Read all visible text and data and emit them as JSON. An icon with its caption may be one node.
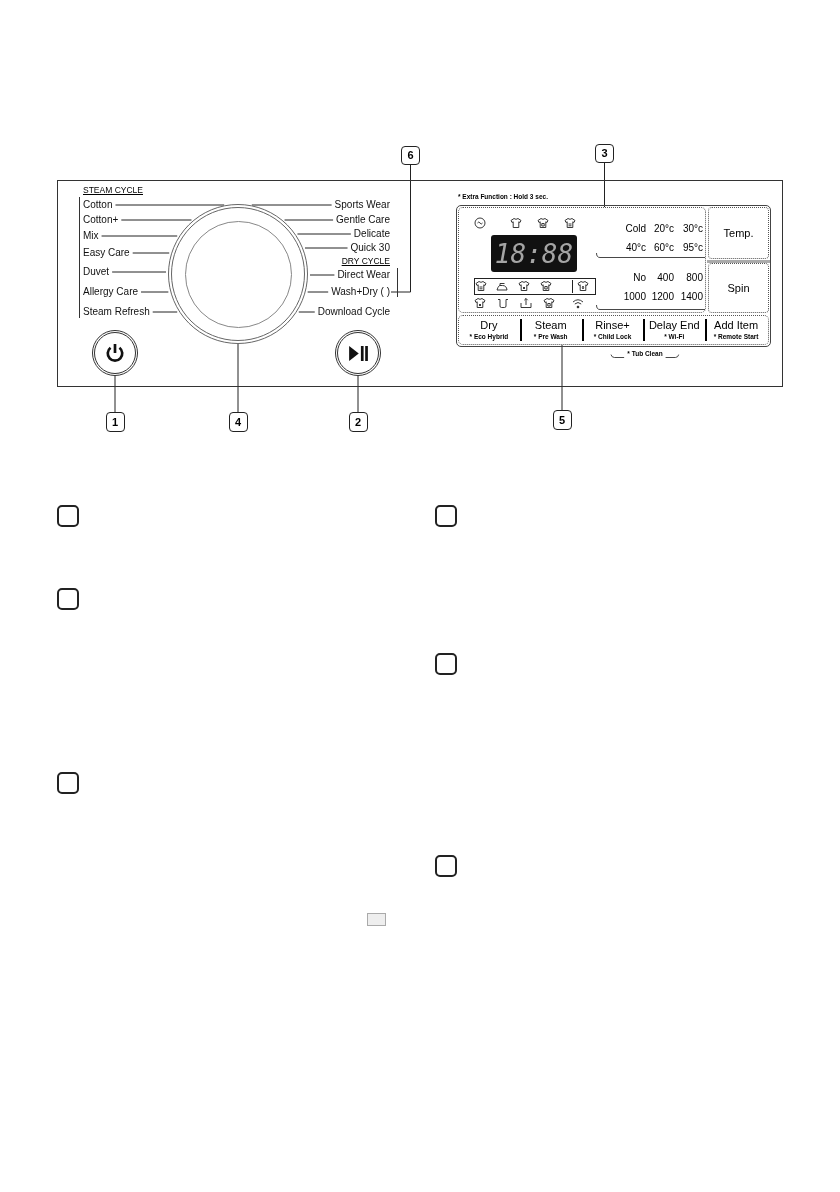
{
  "diagram": {
    "nodes": [
      {
        "text": [
          "6"
        ]
      },
      {
        "text": [
          "3"
        ]
      },
      {
        "text": [
          "STEAM CYCLE",
          "* Extra Function : Hold 3 sec.",
          "DRY CYCLE",
          "* Tub Clean"
        ]
      },
      {
        "text": [
          "Cotton"
        ],
        "in": 2
      },
      {
        "text": [
          "Cotton+"
        ],
        "in": 2
      },
      {
        "text": [
          "Mix"
        ],
        "in": 2
      },
      {
        "text": [
          "Easy Care"
        ],
        "in": 2
      },
      {
        "text": [
          "Duvet"
        ],
        "in": 2
      },
      {
        "text": [
          "Allergy Care"
        ],
        "in": 2
      },
      {
        "text": [
          "Steam Refresh"
        ],
        "in": 2
      },
      {
        "text": [
          "Sports Wear"
        ],
        "in": 2
      },
      {
        "text": [
          "Gentle Care"
        ],
        "in": 2
      },
      {
        "text": [
          "Delicate"
        ],
        "in": 2
      },
      {
        "text": [
          "Quick 30"
        ],
        "in": 2
      },
      {
        "text": [
          "Direct Wear"
        ],
        "in": 2
      },
      {
        "text": [
          "Wash+Dry ( )"
        ],
        "in": 2
      },
      {
        "text": [
          "Download Cycle"
        ],
        "in": 2
      },
      {
        "text": [],
        "shape": "circle",
        "in": 2
      },
      {
        "text": [],
        "shape": "circle",
        "in": 2
      },
      {
        "text": [],
        "shape": "circle",
        "in": 2
      },
      {
        "text": [],
        "shape": "box",
        "in": 2
      },
      {
        "text": [
          "18:88",
          "Cold",
          "20°c",
          "30°c",
          "40°c",
          "60°c",
          "95°c",
          "No",
          "400",
          "800",
          "1000",
          "1200",
          "1400"
        ],
        "in": 20
      },
      {
        "text": [
          "Temp."
        ],
        "in": 20
      },
      {
        "text": [
          "Spin"
        ],
        "in": 20
      },
      {
        "text": [],
        "shape": "box",
        "in": 20
      },
      {
        "text": [
          "Dry",
          "* Eco Hybrid"
        ],
        "in": 24
      },
      {
        "text": [
          "Steam",
          "* Pre Wash"
        ],
        "in": 24
      },
      {
        "text": [
          "Rinse+",
          "* Child Lock"
        ],
        "in": 24
      },
      {
        "text": [
          "Delay End",
          "* Wi-Fi"
        ],
        "in": 24
      },
      {
        "text": [
          "Add Item",
          "* Remote Start"
        ],
        "in": 24
      },
      {
        "text": [
          "1"
        ]
      },
      {
        "text": [
          "4"
        ]
      },
      {
        "text": [
          "2"
        ]
      },
      {
        "text": [
          "5"
        ]
      },
      {
        "text": [],
        "shape": "box"
      },
      {
        "text": [],
        "shape": "box"
      },
      {
        "text": [],
        "shape": "box"
      },
      {
        "text": [],
        "shape": "box"
      },
      {
        "text": [],
        "shape": "box"
      },
      {
        "text": [],
        "shape": "box"
      }
    ],
    "edges": [
      {
        "from": 3,
        "to": 17,
        "arrow": "none"
      },
      {
        "from": 4,
        "to": 17,
        "arrow": "none"
      },
      {
        "from": 5,
        "to": 17,
        "arrow": "none"
      },
      {
        "from": 6,
        "to": 17,
        "arrow": "none"
      },
      {
        "from": 7,
        "to": 17,
        "arrow": "none"
      },
      {
        "from": 8,
        "to": 17,
        "arrow": "none"
      },
      {
        "from": 9,
        "to": 17,
        "arrow": "none"
      },
      {
        "from": 10,
        "to": 17,
        "arrow": "none"
      },
      {
        "from": 11,
        "to": 17,
        "arrow": "none"
      },
      {
        "from": 12,
        "to": 17,
        "arrow": "none"
      },
      {
        "from": 13,
        "to": 17,
        "arrow": "none"
      },
      {
        "from": 14,
        "to": 17,
        "arrow": "none"
      },
      {
        "from": 15,
        "to": 17,
        "arrow": "none"
      },
      {
        "from": 16,
        "to": 17,
        "arrow": "none"
      },
      {
        "from": 0,
        "to": 15,
        "arrow": "none"
      },
      {
        "from": 1,
        "to": 21,
        "arrow": "none"
      },
      {
        "from": 30,
        "to": 18,
        "arrow": "none"
      },
      {
        "from": 31,
        "to": 17,
        "arrow": "none"
      },
      {
        "from": 32,
        "to": 19,
        "arrow": "none"
      },
      {
        "from": 33,
        "to": 24,
        "arrow": "none"
      }
    ]
  }
}
